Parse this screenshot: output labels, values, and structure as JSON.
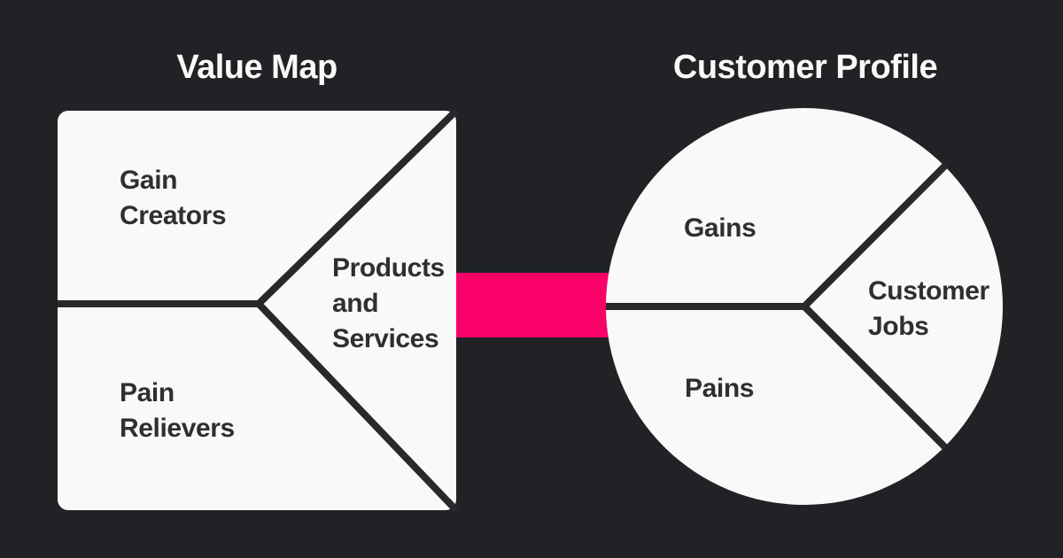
{
  "colors": {
    "background": "#212226",
    "shape_fill": "#f9f9f8",
    "stroke": "#29292c",
    "label_text": "#2f2f32",
    "title_text": "#f9f9f8",
    "accent_pink": "#f80168"
  },
  "value_map": {
    "title": "Value Map",
    "sections": {
      "gain_creators": "Gain\nCreators",
      "pain_relievers": "Pain\nRelievers",
      "products_services": "Products\nand\nServices"
    }
  },
  "customer_profile": {
    "title": "Customer Profile",
    "sections": {
      "gains": "Gains",
      "pains": "Pains",
      "customer_jobs": "Customer\nJobs"
    }
  }
}
